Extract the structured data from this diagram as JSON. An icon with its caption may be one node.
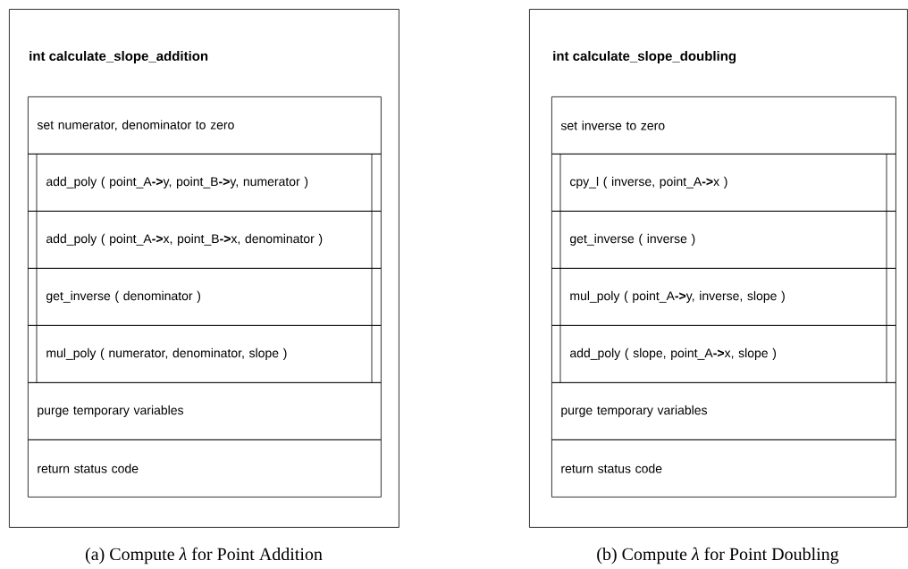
{
  "diagram": {
    "nodes": [
      {
        "text": [
          "int calculate_slope_addition"
        ]
      },
      {
        "text": [
          "set numerator, denominator to zero"
        ],
        "in": 0
      },
      {
        "text": [
          "add_poly ( point_A**->**y, point_B**->**y, numerator )"
        ],
        "in": 0
      },
      {
        "text": [
          "add_poly ( point_A**->**x, point_B**->**x, denominator )"
        ],
        "in": 0
      },
      {
        "text": [
          "get_inverse ( denominator )"
        ],
        "in": 0
      },
      {
        "text": [
          "mul_poly ( numerator, denominator, slope )"
        ],
        "in": 0
      },
      {
        "text": [
          "purge temporary variables"
        ],
        "in": 0
      },
      {
        "text": [
          "return status code"
        ],
        "in": 0
      },
      {
        "text": [
          "int calculate_slope_doubling"
        ]
      },
      {
        "text": [
          "set inverse to zero"
        ],
        "in": 8
      },
      {
        "text": [
          "cpy_l ( inverse, point_A**->**x )"
        ],
        "in": 8
      },
      {
        "text": [
          "get_inverse ( inverse )"
        ],
        "in": 8
      },
      {
        "text": [
          "mul_poly ( point_A**->**y, inverse, slope )"
        ],
        "in": 8
      },
      {
        "text": [
          "add_poly ( slope, point_A**->**x, slope )"
        ],
        "in": 8
      },
      {
        "text": [
          "purge temporary variables"
        ],
        "in": 8
      },
      {
        "text": [
          "return status code"
        ],
        "in": 8
      }
    ],
    "labels": [
      "(a) Compute *λ* for Point Addition",
      "(b) Compute *λ* for Point Doubling"
    ]
  }
}
